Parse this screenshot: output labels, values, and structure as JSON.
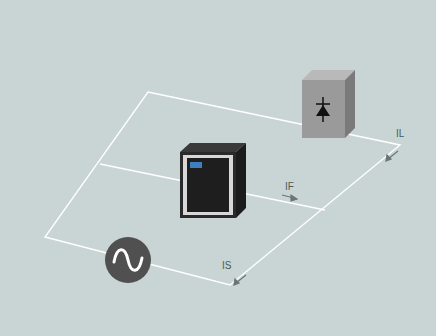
{
  "diagram": {
    "labels": [
      "IL",
      "IF",
      "IS"
    ]
  }
}
